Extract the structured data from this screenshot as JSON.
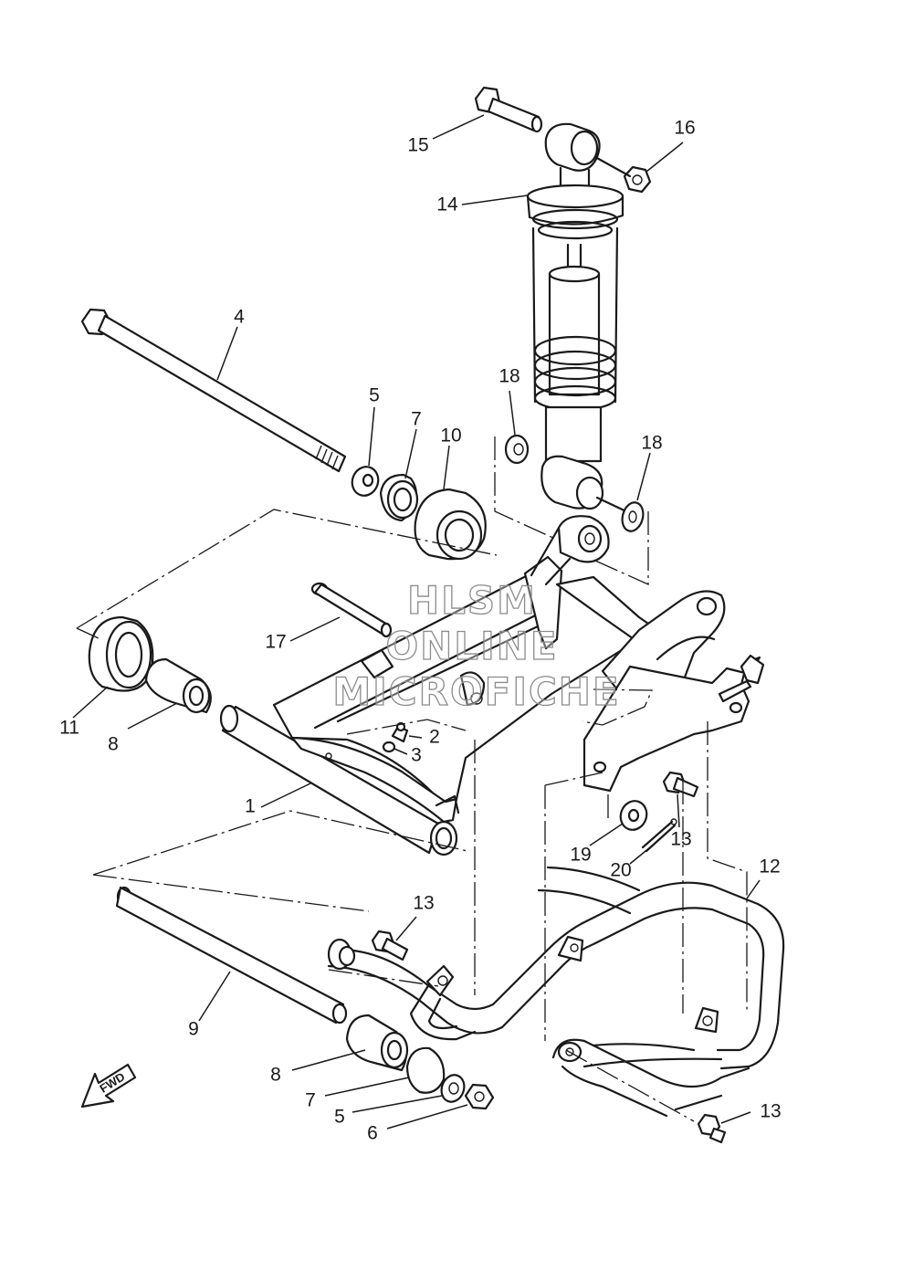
{
  "watermark": [
    "HLSM",
    "ONLINE",
    "MICROFICHE"
  ],
  "direction_arrow": {
    "label": "FWD"
  },
  "callouts": [
    {
      "id": "c15",
      "label": "15"
    },
    {
      "id": "c16",
      "label": "16"
    },
    {
      "id": "c14",
      "label": "14"
    },
    {
      "id": "c4",
      "label": "4"
    },
    {
      "id": "c5a",
      "label": "5"
    },
    {
      "id": "c7a",
      "label": "7"
    },
    {
      "id": "c10",
      "label": "10"
    },
    {
      "id": "c18a",
      "label": "18"
    },
    {
      "id": "c18b",
      "label": "18"
    },
    {
      "id": "c17",
      "label": "17"
    },
    {
      "id": "c2",
      "label": "2"
    },
    {
      "id": "c3",
      "label": "3"
    },
    {
      "id": "c11",
      "label": "11"
    },
    {
      "id": "c8a",
      "label": "8"
    },
    {
      "id": "c1",
      "label": "1"
    },
    {
      "id": "c19",
      "label": "19"
    },
    {
      "id": "c20",
      "label": "20"
    },
    {
      "id": "c13a",
      "label": "13"
    },
    {
      "id": "c12",
      "label": "12"
    },
    {
      "id": "c13b",
      "label": "13"
    },
    {
      "id": "c9",
      "label": "9"
    },
    {
      "id": "c8b",
      "label": "8"
    },
    {
      "id": "c7b",
      "label": "7"
    },
    {
      "id": "c5b",
      "label": "5"
    },
    {
      "id": "c6",
      "label": "6"
    },
    {
      "id": "c13c",
      "label": "13"
    }
  ]
}
